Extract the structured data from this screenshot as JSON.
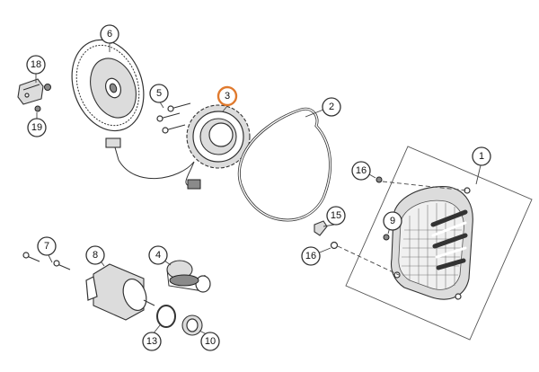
{
  "colors": {
    "line": "#333333",
    "highlight": "#e07a2e",
    "background": "#ffffff"
  },
  "callouts": [
    {
      "id": "c1",
      "label": "1",
      "highlighted": false
    },
    {
      "id": "c2",
      "label": "2",
      "highlighted": false
    },
    {
      "id": "c3",
      "label": "3",
      "highlighted": true
    },
    {
      "id": "c4",
      "label": "4",
      "highlighted": false
    },
    {
      "id": "c5",
      "label": "5",
      "highlighted": false
    },
    {
      "id": "c6",
      "label": "6",
      "highlighted": false
    },
    {
      "id": "c7",
      "label": "7",
      "highlighted": false
    },
    {
      "id": "c8",
      "label": "8",
      "highlighted": false
    },
    {
      "id": "c9",
      "label": "9",
      "highlighted": false
    },
    {
      "id": "c10",
      "label": "10",
      "highlighted": false
    },
    {
      "id": "c13",
      "label": "13",
      "highlighted": false
    },
    {
      "id": "c15",
      "label": "15",
      "highlighted": false
    },
    {
      "id": "c16a",
      "label": "16",
      "highlighted": false
    },
    {
      "id": "c16b",
      "label": "16",
      "highlighted": false
    },
    {
      "id": "c18",
      "label": "18",
      "highlighted": false
    },
    {
      "id": "c19",
      "label": "19",
      "highlighted": false
    }
  ]
}
